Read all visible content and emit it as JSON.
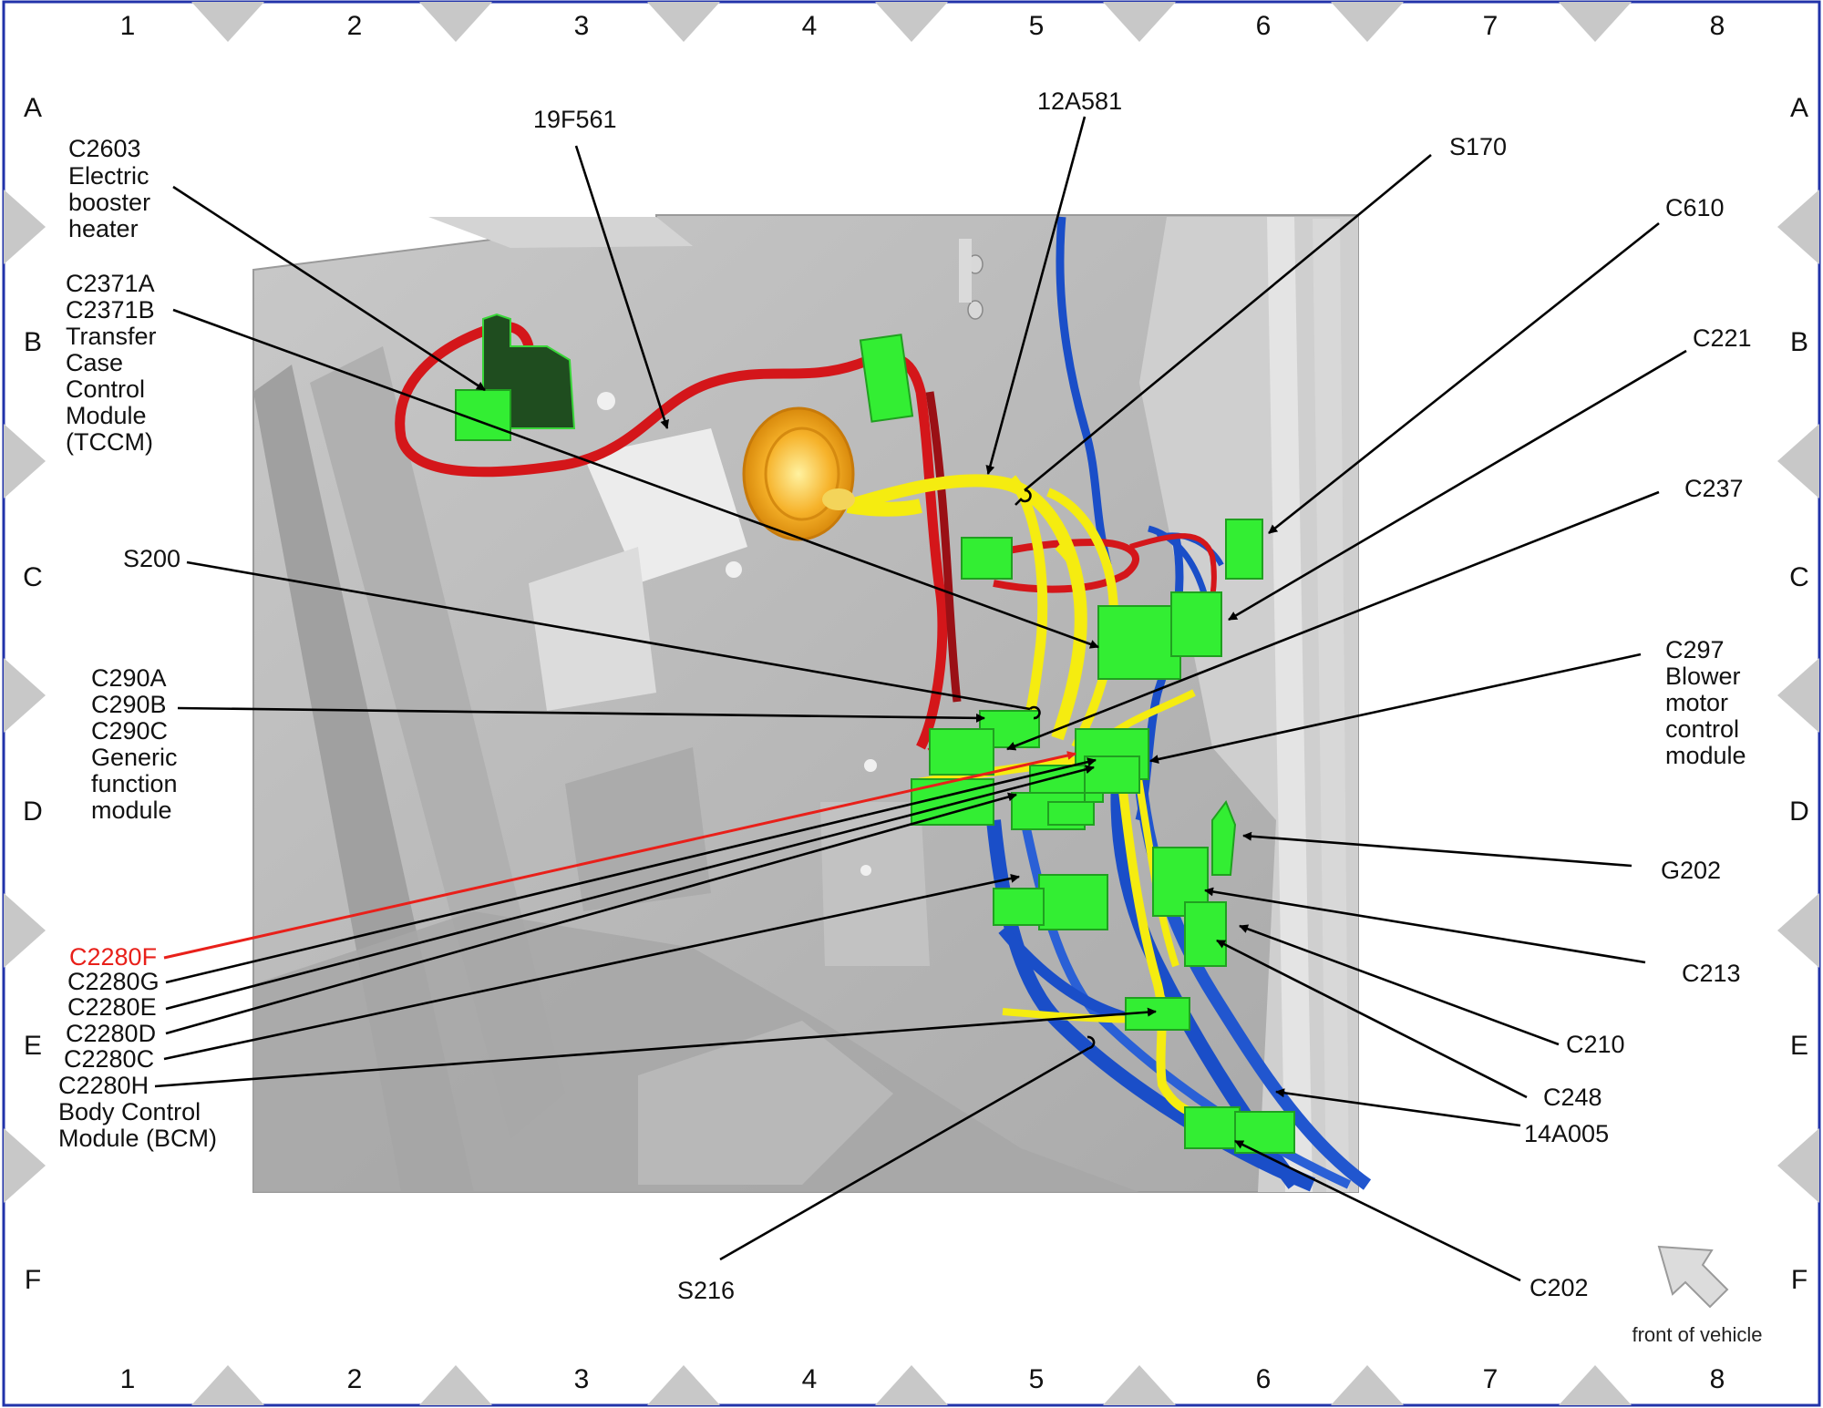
{
  "grid": {
    "columns": [
      "1",
      "2",
      "3",
      "4",
      "5",
      "6",
      "7",
      "8"
    ],
    "rows": [
      "A",
      "B",
      "C",
      "D",
      "E",
      "F"
    ]
  },
  "labels": {
    "c2603": [
      "C2603",
      "Electric",
      "booster",
      "heater"
    ],
    "p19f561": "19F561",
    "p12a581": "12A581",
    "s170": "S170",
    "c610": "C610",
    "c2371": [
      "C2371A",
      "C2371B",
      "Transfer",
      "Case",
      "Control",
      "Module",
      "(TCCM)"
    ],
    "c221": "C221",
    "c237": "C237",
    "s200": "S200",
    "c297": [
      "C297",
      "Blower",
      "motor",
      "control",
      "module"
    ],
    "c290": [
      "C290A",
      "C290B",
      "C290C",
      "Generic",
      "function",
      "module"
    ],
    "g202": "G202",
    "c213": "C213",
    "c2280f": "C2280F",
    "c2280g": "C2280G",
    "c2280e": "C2280E",
    "c2280d": "C2280D",
    "c2280c": "C2280C",
    "c2280h": [
      "C2280H",
      "Body Control",
      "Module (BCM)"
    ],
    "c210": "C210",
    "c248": "C248",
    "p14a005": "14A005",
    "s216": "S216",
    "c202": "C202",
    "front": "front of vehicle"
  },
  "colors": {
    "highlight": "#e8201a",
    "connector": "#33ee33",
    "wire_red": "#d4161a",
    "wire_yellow": "#f5ec10",
    "wire_blue": "#1a4ec8",
    "grommet": "#f5a21a",
    "panel": "#b9b9b9"
  }
}
